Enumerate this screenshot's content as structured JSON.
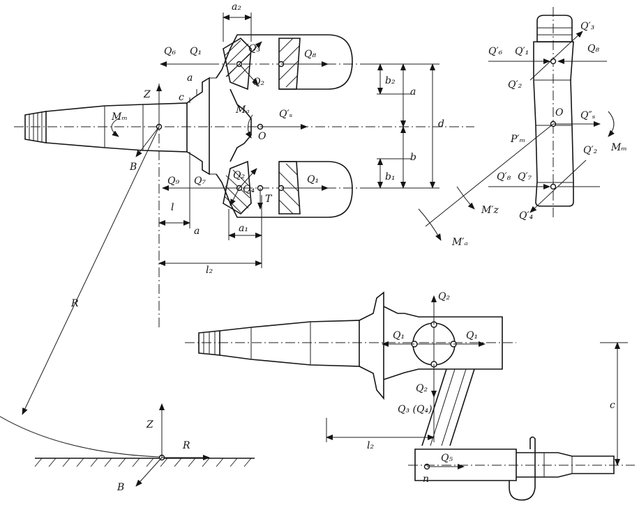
{
  "labels": {
    "a2": "a₂",
    "Q6": "Q₆",
    "Q1": "Q₁",
    "Q3": "Q₃",
    "Q8": "Q₈",
    "a": "a",
    "c": "c",
    "Q2": "Q₂",
    "b2": "b₂",
    "Z": "Z",
    "Mm": "Mₘ",
    "Ma": "Mₐ",
    "Qs": "Q′ₛ",
    "O": "O",
    "d": "d",
    "B": "B",
    "b": "b",
    "Q9": "Q₉",
    "Q7": "Q₇",
    "Q4": "Q₄",
    "T": "T",
    "b1": "b₁",
    "l": "l",
    "a1": "a₁",
    "l2": "l₂",
    "R": "R",
    "rQ3": "Q′₃",
    "rQ6": "Q′₆",
    "rQ1": "Q′₁",
    "rQ8": "Q₈",
    "rQ2": "Q′₂",
    "rO": "O",
    "rQs": "Q″ₛ",
    "rPm": "P′ₘ",
    "rMm": "Mₘ",
    "rQ2b": "Q′₂",
    "rQ8b": "Q′₈",
    "rQ7": "Q′₇",
    "rMz": "M′z",
    "rQ4": "Q′₄",
    "rMa": "M′ₐ",
    "bQ2": "Q₂",
    "bQ1": "Q₁",
    "bQ1r": "Q₁",
    "bQ2d": "Q₂",
    "bQ34": "Q₃ (Q₄)",
    "bl2": "l₂",
    "bc": "c",
    "bQ5": "Q₅",
    "bn": "n",
    "gZ": "Z",
    "gR": "R",
    "gB": "B"
  }
}
